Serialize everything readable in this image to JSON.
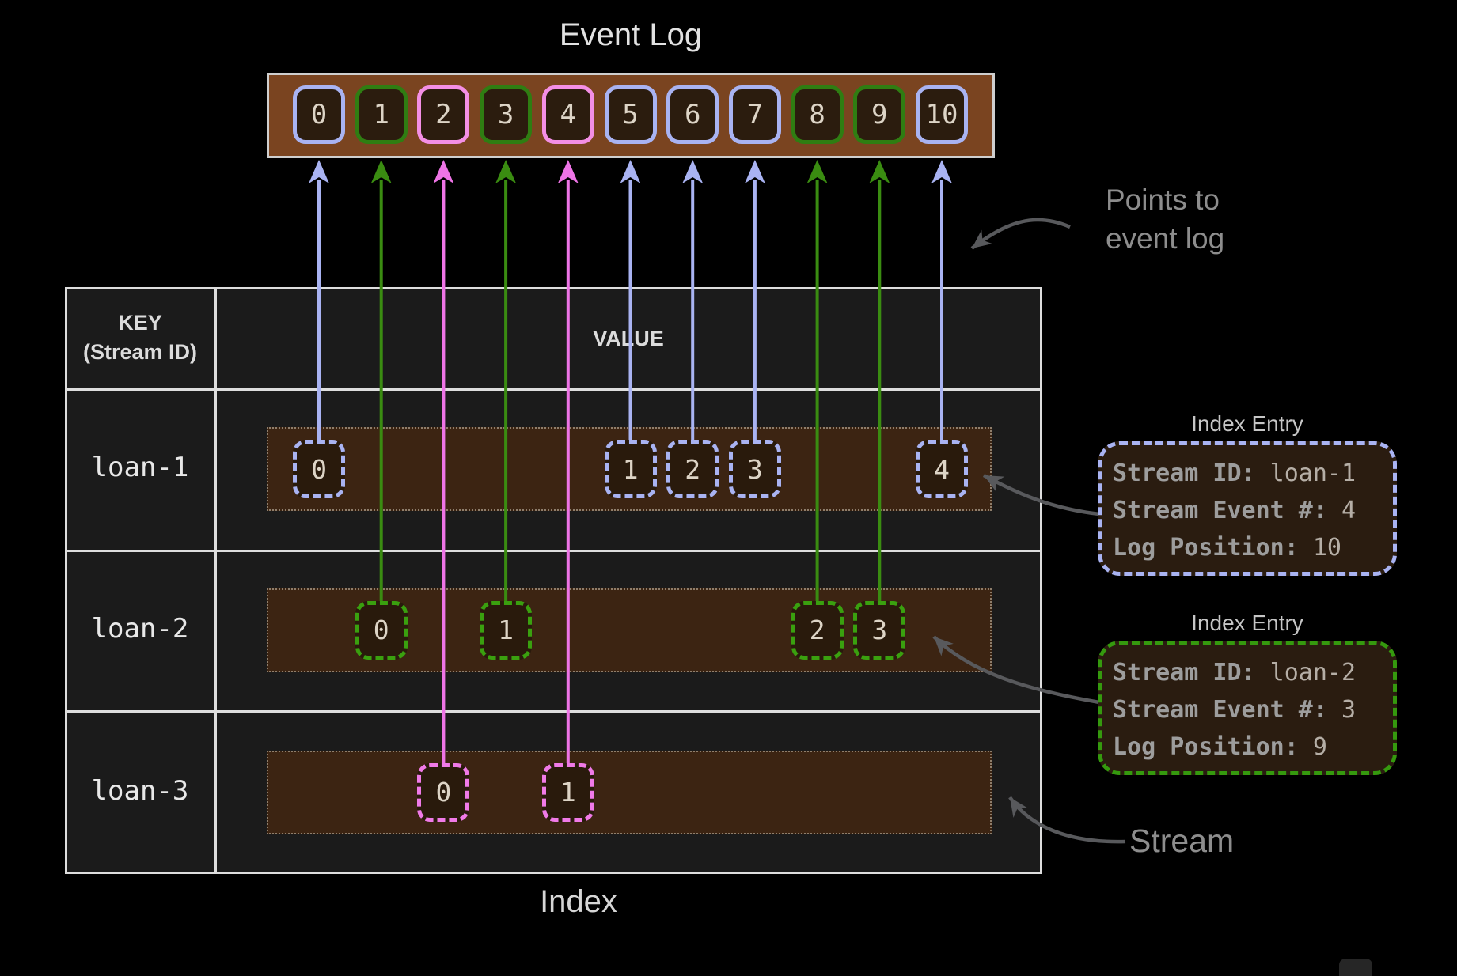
{
  "event_log": {
    "title": "Event Log",
    "cells": [
      {
        "value": "0",
        "color": "blue"
      },
      {
        "value": "1",
        "color": "green"
      },
      {
        "value": "2",
        "color": "pink"
      },
      {
        "value": "3",
        "color": "green"
      },
      {
        "value": "4",
        "color": "pink"
      },
      {
        "value": "5",
        "color": "blue"
      },
      {
        "value": "6",
        "color": "blue"
      },
      {
        "value": "7",
        "color": "blue"
      },
      {
        "value": "8",
        "color": "green"
      },
      {
        "value": "9",
        "color": "green"
      },
      {
        "value": "10",
        "color": "blue"
      }
    ]
  },
  "index_table": {
    "key_header_line1": "KEY",
    "key_header_line2": "(Stream ID)",
    "value_header": "VALUE",
    "caption": "Index",
    "rows": [
      {
        "key": "loan-1",
        "color": "blue",
        "cells": [
          {
            "value": "0",
            "log": 0
          },
          {
            "value": "1",
            "log": 5
          },
          {
            "value": "2",
            "log": 6
          },
          {
            "value": "3",
            "log": 7
          },
          {
            "value": "4",
            "log": 10
          }
        ]
      },
      {
        "key": "loan-2",
        "color": "green",
        "cells": [
          {
            "value": "0",
            "log": 1
          },
          {
            "value": "1",
            "log": 3
          },
          {
            "value": "2",
            "log": 8
          },
          {
            "value": "3",
            "log": 9
          }
        ]
      },
      {
        "key": "loan-3",
        "color": "pink",
        "cells": [
          {
            "value": "0",
            "log": 2
          },
          {
            "value": "1",
            "log": 4
          }
        ]
      }
    ]
  },
  "annotations": {
    "points_to_line1": "Points to",
    "points_to_line2": "event log",
    "stream_label": "Stream",
    "index_entries": [
      {
        "title": "Index Entry",
        "color": "blue",
        "fields": [
          {
            "label": "Stream ID:",
            "value": "loan-1"
          },
          {
            "label": "Stream Event #:",
            "value": "4"
          },
          {
            "label": "Log Position:",
            "value": "10"
          }
        ]
      },
      {
        "title": "Index Entry",
        "color": "green",
        "fields": [
          {
            "label": "Stream ID:",
            "value": "loan-2"
          },
          {
            "label": "Stream Event #:",
            "value": "3"
          },
          {
            "label": "Log Position:",
            "value": "9"
          }
        ]
      }
    ]
  },
  "colors": {
    "periwinkle": "#a9b3f2",
    "green_dark": "#2f7d12",
    "green_bright": "#3aa00f",
    "pink": "#f48fe5",
    "pink_bright": "#f07ae8",
    "log_bar_brown": "#7a4420",
    "stream_bar_brown": "#3c2412",
    "cell_brown": "#2b1c0e",
    "grid_line": "#dedede",
    "annotation_gray": "#8d8d8d",
    "connector_gray": "#58595c"
  }
}
